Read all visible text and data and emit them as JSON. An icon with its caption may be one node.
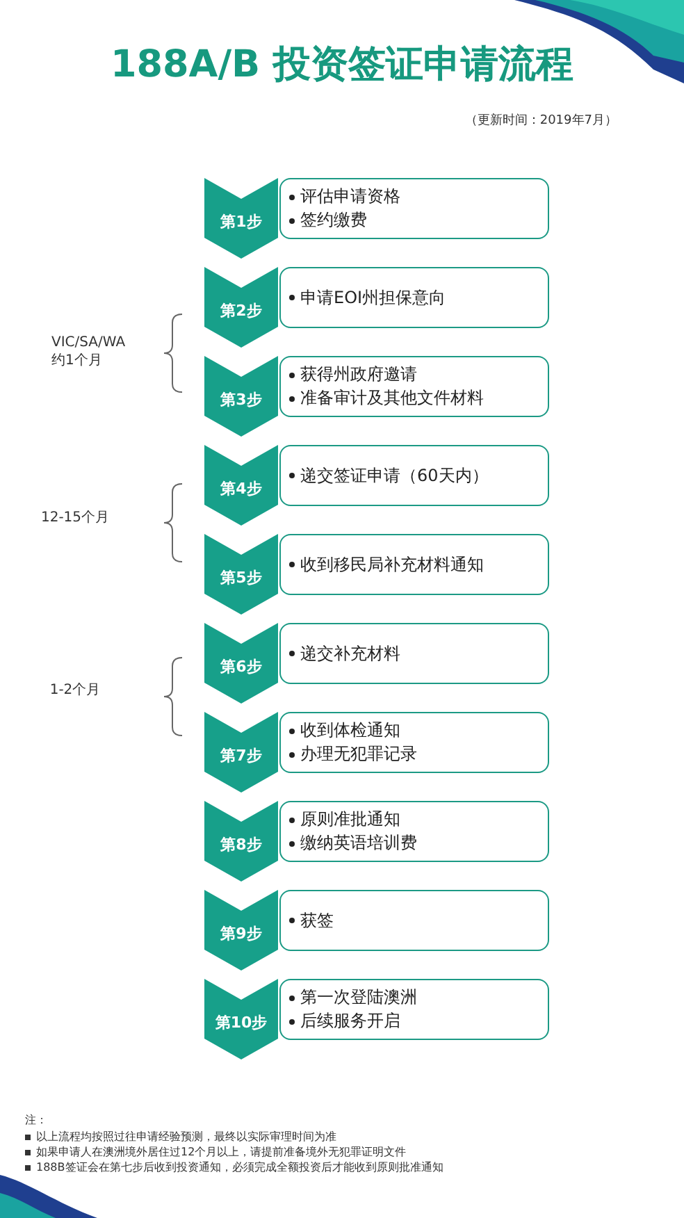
{
  "diagram": {
    "title": "188A/B 投资签证申请流程",
    "nodes": [
      {
        "text": [
          "第1步"
        ]
      },
      {
        "text": [
          "评估申请资格",
          "签约缴费"
        ]
      },
      {
        "text": [
          "第2步"
        ]
      },
      {
        "text": [
          "申请EOI州担保意向"
        ]
      },
      {
        "text": [
          "第3步"
        ]
      },
      {
        "text": [
          "获得州政府邀请",
          "准备审计及其他文件材料"
        ]
      },
      {
        "text": [
          "第4步"
        ]
      },
      {
        "text": [
          "递交签证申请（60天内）"
        ]
      },
      {
        "text": [
          "第5步"
        ]
      },
      {
        "text": [
          "收到移民局补充材料通知"
        ]
      },
      {
        "text": [
          "第6步"
        ]
      },
      {
        "text": [
          "递交补充材料"
        ]
      },
      {
        "text": [
          "第7步"
        ]
      },
      {
        "text": [
          "收到体检通知",
          "办理无犯罪记录"
        ]
      },
      {
        "text": [
          "第8步"
        ]
      },
      {
        "text": [
          "原则准批通知",
          "缴纳英语培训费"
        ]
      },
      {
        "text": [
          "第9步"
        ]
      },
      {
        "text": [
          "获签"
        ]
      },
      {
        "text": [
          "第10步"
        ]
      },
      {
        "text": [
          "第一次登陆澳洲",
          "后续服务开启"
        ]
      }
    ],
    "labels": [
      "（更新时间：2019年7月）",
      "VIC/SA/WA 约1个月",
      "12-15个月",
      "1-2个月",
      "注：",
      "以上流程均按照过往申请经验预测，最终以实际审理时间为准",
      "如果申请人在澳洲境外居住过12个月以上，请提前准备境外无犯罪证明文件",
      "188B签证会在第七步后收到投资通知，必须完成全额投资后才能收到原则批准通知"
    ]
  }
}
